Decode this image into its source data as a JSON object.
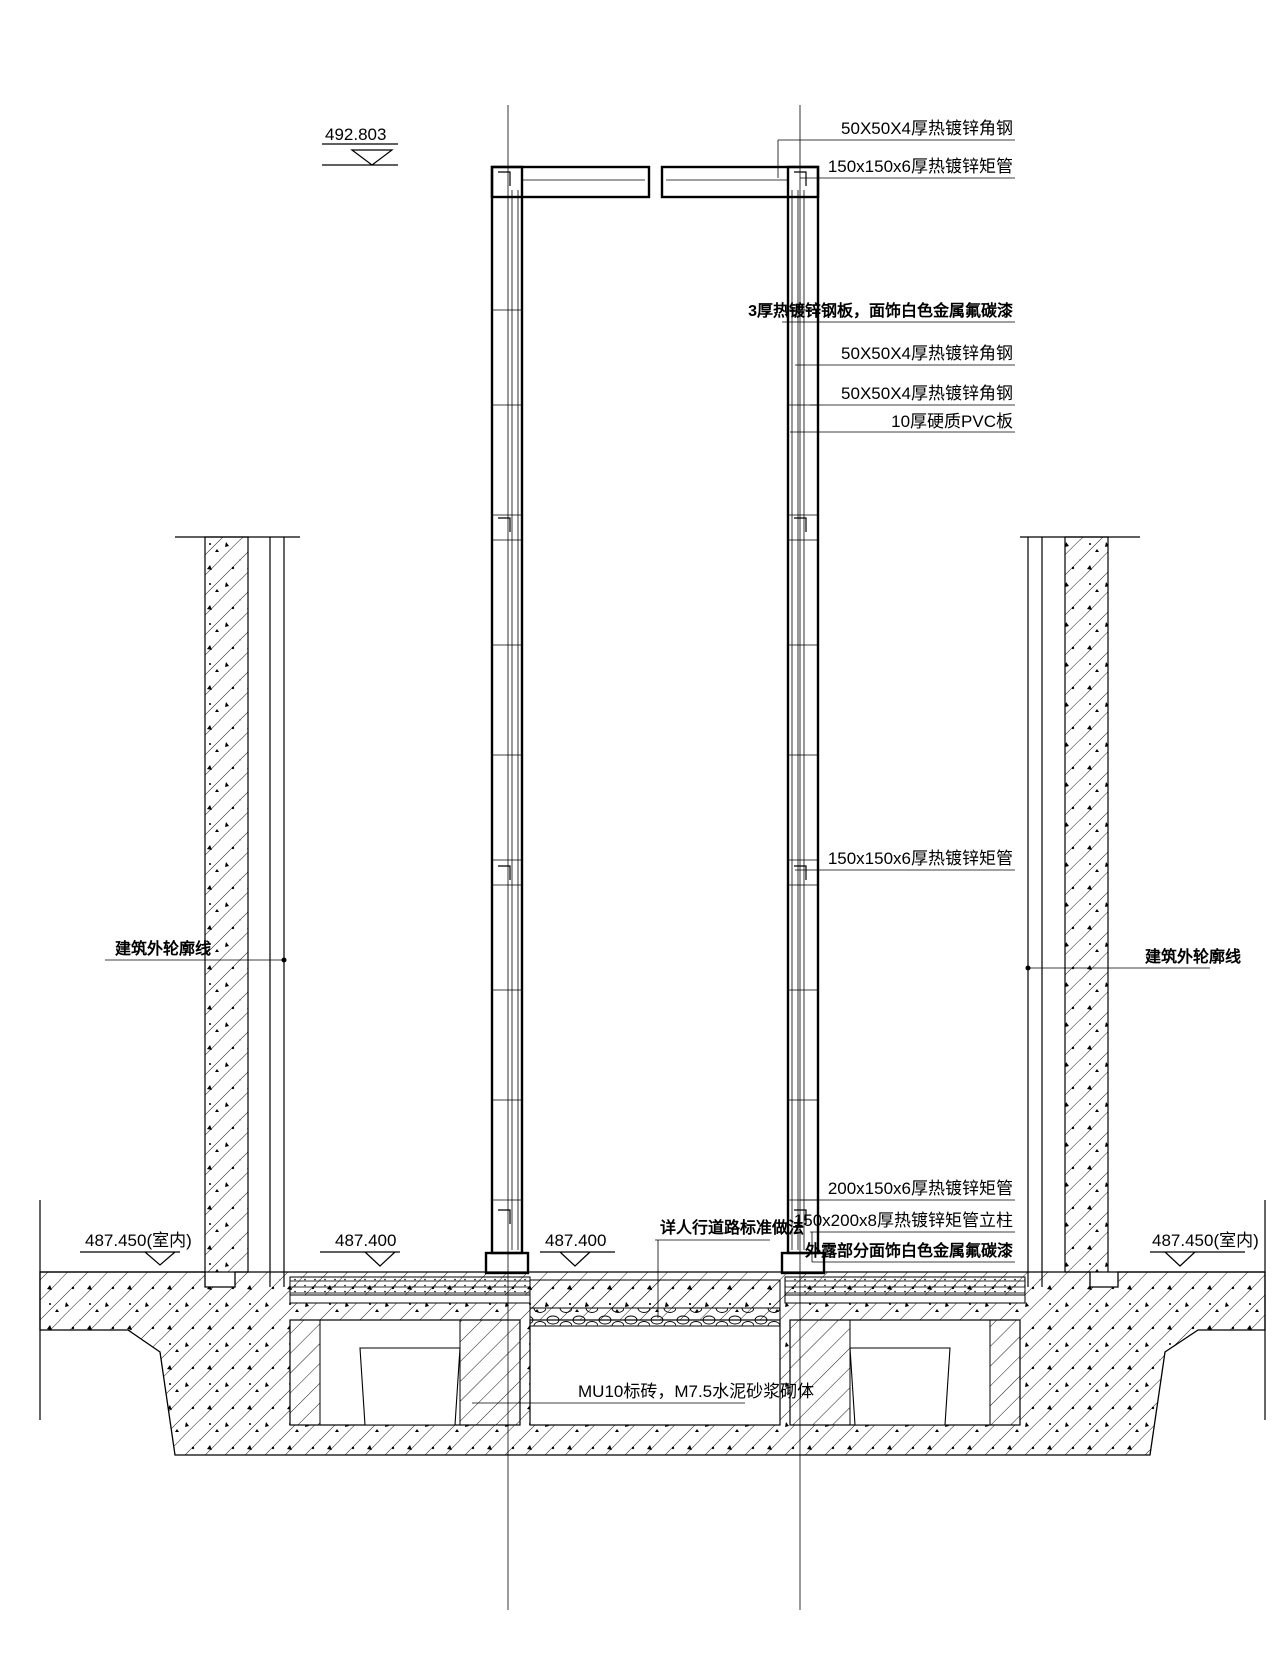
{
  "top_elevation": "492.803",
  "annotations_right": [
    {
      "id": "angle-steel-top",
      "text": "50X50X4厚热镀锌角钢"
    },
    {
      "id": "rect-tube-top",
      "text": "150x150x6厚热镀锌矩管"
    },
    {
      "id": "steel-plate",
      "text": "3厚热镀锌钢板，面饰白色金属氟碳漆"
    },
    {
      "id": "angle-steel-mid-1",
      "text": "50X50X4厚热镀锌角钢"
    },
    {
      "id": "angle-steel-mid-2",
      "text": "50X50X4厚热镀锌角钢"
    },
    {
      "id": "pvc-board",
      "text": "10厚硬质PVC板"
    },
    {
      "id": "rect-tube-mid",
      "text": "150x150x6厚热镀锌矩管"
    },
    {
      "id": "rect-tube-base",
      "text": "200x150x6厚热镀锌矩管"
    },
    {
      "id": "column",
      "text": "150x200x8厚热镀锌矩管立柱"
    },
    {
      "id": "exposed-finish",
      "text": "外露部分面饰白色金属氟碳漆"
    }
  ],
  "building_outline_left": "建筑外轮廓线",
  "building_outline_right": "建筑外轮廓线",
  "elevations": {
    "indoor_left": "487.450(室内)",
    "floor_left": "487.400",
    "floor_center": "487.400",
    "indoor_right": "487.450(室内)"
  },
  "pavement_note": "详人行道路标准做法",
  "masonry_note": "MU10标砖，M7.5水泥砂浆砌体",
  "colors": {
    "line": "#000000",
    "background": "#ffffff"
  }
}
